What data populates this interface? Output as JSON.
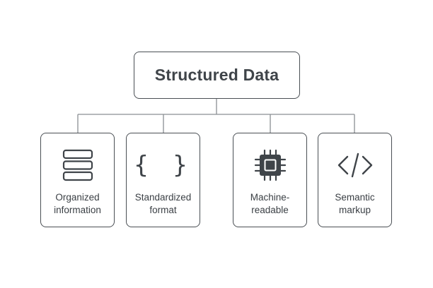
{
  "root": {
    "title": "Structured Data"
  },
  "children": [
    {
      "icon": "database-stack-icon",
      "label_line1": "Organized",
      "label_line2": "information"
    },
    {
      "icon": "curly-braces-icon",
      "glyph": "{ }",
      "label_line1": "Standardized",
      "label_line2": "format"
    },
    {
      "icon": "cpu-chip-icon",
      "label_line1": "Machine-",
      "label_line2": "readable"
    },
    {
      "icon": "code-tag-icon",
      "label_line1": "Semantic",
      "label_line2": "markup"
    }
  ],
  "colors": {
    "stroke": "#4a4f54",
    "text": "#3a3f44",
    "connector": "#8a8f93"
  }
}
